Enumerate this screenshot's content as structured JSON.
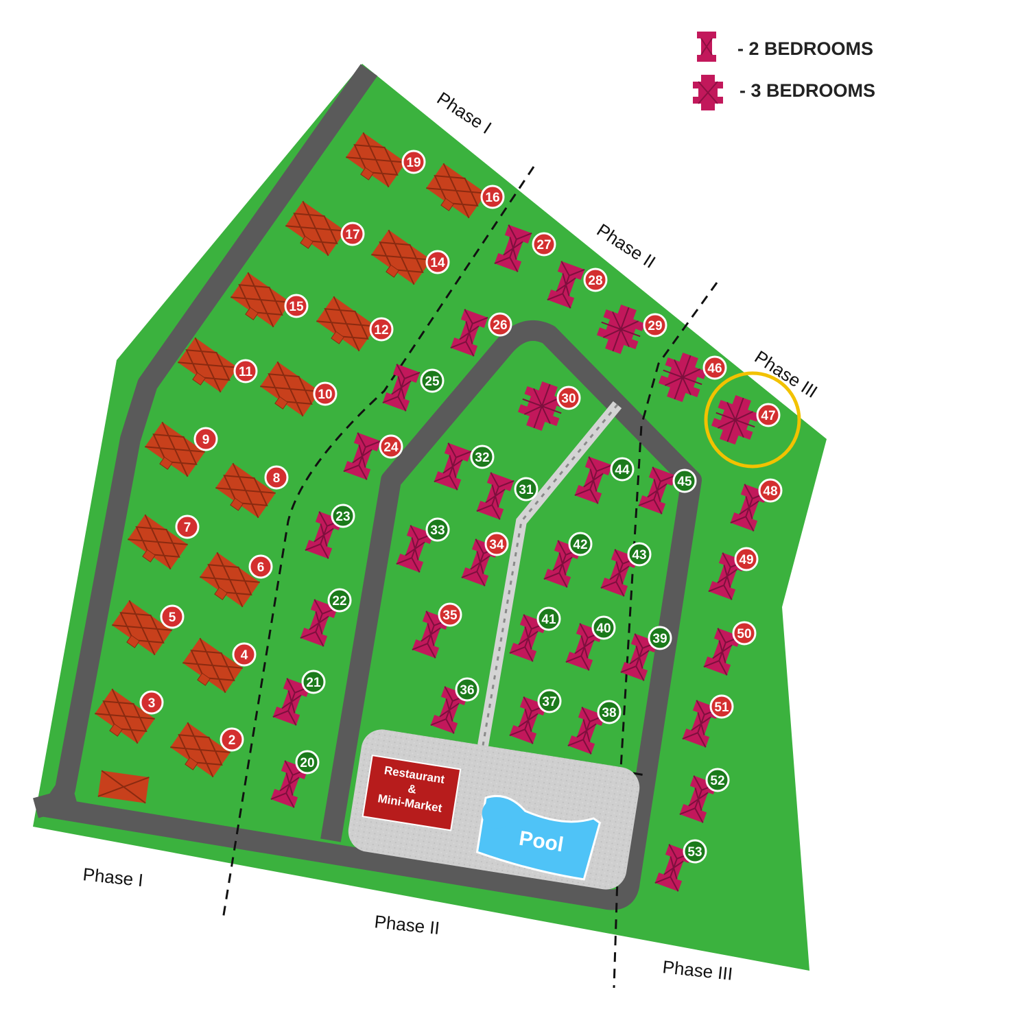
{
  "legend": {
    "two_bedrooms": "- 2 BEDROOMS",
    "three_bedrooms": "- 3 BEDROOMS"
  },
  "phase_labels": {
    "top_phase_1": "Phase I",
    "top_phase_2": "Phase II",
    "top_phase_3": "Phase III",
    "bottom_phase_1": "Phase I",
    "bottom_phase_2": "Phase II",
    "bottom_phase_3": "Phase III"
  },
  "facilities": {
    "restaurant_line1": "Restaurant",
    "restaurant_line2": "&",
    "restaurant_line3": "Mini-Market",
    "pool": "Pool"
  },
  "highlighted_plot": "47",
  "colors": {
    "land": "#3bb23e",
    "road": "#5a5a5a",
    "sold_house": "#c8401c",
    "available_house": "#c2185b",
    "sold_badge": "#d32f2f",
    "available_badge": "#1b7a1b",
    "pool": "#4fc3f7",
    "highlight": "#f2c200"
  },
  "plots": [
    {
      "id": "p19",
      "num": "19",
      "status": "sold",
      "size": "large"
    },
    {
      "id": "p16",
      "num": "16",
      "status": "sold",
      "size": "large"
    },
    {
      "id": "p17",
      "num": "17",
      "status": "sold",
      "size": "large"
    },
    {
      "id": "p14",
      "num": "14",
      "status": "sold",
      "size": "large"
    },
    {
      "id": "p15",
      "num": "15",
      "status": "sold",
      "size": "large"
    },
    {
      "id": "p12",
      "num": "12",
      "status": "sold",
      "size": "large"
    },
    {
      "id": "p11",
      "num": "11",
      "status": "sold",
      "size": "large"
    },
    {
      "id": "p10",
      "num": "10",
      "status": "sold",
      "size": "large"
    },
    {
      "id": "p9",
      "num": "9",
      "status": "sold",
      "size": "large"
    },
    {
      "id": "p8",
      "num": "8",
      "status": "sold",
      "size": "large"
    },
    {
      "id": "p7",
      "num": "7",
      "status": "sold",
      "size": "large"
    },
    {
      "id": "p6",
      "num": "6",
      "status": "sold",
      "size": "large"
    },
    {
      "id": "p5",
      "num": "5",
      "status": "sold",
      "size": "large"
    },
    {
      "id": "p4",
      "num": "4",
      "status": "sold",
      "size": "large"
    },
    {
      "id": "p3",
      "num": "3",
      "status": "sold",
      "size": "large"
    },
    {
      "id": "p2",
      "num": "2",
      "status": "sold",
      "size": "large"
    },
    {
      "id": "p27",
      "num": "27",
      "status": "sold",
      "size": "small"
    },
    {
      "id": "p28",
      "num": "28",
      "status": "sold",
      "size": "small"
    },
    {
      "id": "p29",
      "num": "29",
      "status": "sold",
      "size": "three"
    },
    {
      "id": "p46",
      "num": "46",
      "status": "sold",
      "size": "three"
    },
    {
      "id": "p47",
      "num": "47",
      "status": "sold",
      "size": "three"
    },
    {
      "id": "p26",
      "num": "26",
      "status": "sold",
      "size": "small"
    },
    {
      "id": "p25",
      "num": "25",
      "status": "available",
      "size": "small"
    },
    {
      "id": "p24",
      "num": "24",
      "status": "sold",
      "size": "small"
    },
    {
      "id": "p30",
      "num": "30",
      "status": "sold",
      "size": "three"
    },
    {
      "id": "p23",
      "num": "23",
      "status": "available",
      "size": "small"
    },
    {
      "id": "p22",
      "num": "22",
      "status": "available",
      "size": "small"
    },
    {
      "id": "p21",
      "num": "21",
      "status": "available",
      "size": "small"
    },
    {
      "id": "p20",
      "num": "20",
      "status": "available",
      "size": "small"
    },
    {
      "id": "p32",
      "num": "32",
      "status": "available",
      "size": "small"
    },
    {
      "id": "p31",
      "num": "31",
      "status": "available",
      "size": "small"
    },
    {
      "id": "p44",
      "num": "44",
      "status": "available",
      "size": "small"
    },
    {
      "id": "p45",
      "num": "45",
      "status": "available",
      "size": "small"
    },
    {
      "id": "p48",
      "num": "48",
      "status": "sold",
      "size": "small"
    },
    {
      "id": "p33",
      "num": "33",
      "status": "available",
      "size": "small"
    },
    {
      "id": "p34",
      "num": "34",
      "status": "sold",
      "size": "small"
    },
    {
      "id": "p42",
      "num": "42",
      "status": "available",
      "size": "small"
    },
    {
      "id": "p43",
      "num": "43",
      "status": "available",
      "size": "small"
    },
    {
      "id": "p49",
      "num": "49",
      "status": "sold",
      "size": "small"
    },
    {
      "id": "p35",
      "num": "35",
      "status": "sold",
      "size": "small"
    },
    {
      "id": "p41",
      "num": "41",
      "status": "available",
      "size": "small"
    },
    {
      "id": "p40",
      "num": "40",
      "status": "available",
      "size": "small"
    },
    {
      "id": "p39",
      "num": "39",
      "status": "available",
      "size": "small"
    },
    {
      "id": "p50",
      "num": "50",
      "status": "sold",
      "size": "small"
    },
    {
      "id": "p36",
      "num": "36",
      "status": "available",
      "size": "small"
    },
    {
      "id": "p37",
      "num": "37",
      "status": "available",
      "size": "small"
    },
    {
      "id": "p38",
      "num": "38",
      "status": "available",
      "size": "small"
    },
    {
      "id": "p51",
      "num": "51",
      "status": "sold",
      "size": "small"
    },
    {
      "id": "p52",
      "num": "52",
      "status": "available",
      "size": "small"
    },
    {
      "id": "p53",
      "num": "53",
      "status": "available",
      "size": "small"
    }
  ]
}
